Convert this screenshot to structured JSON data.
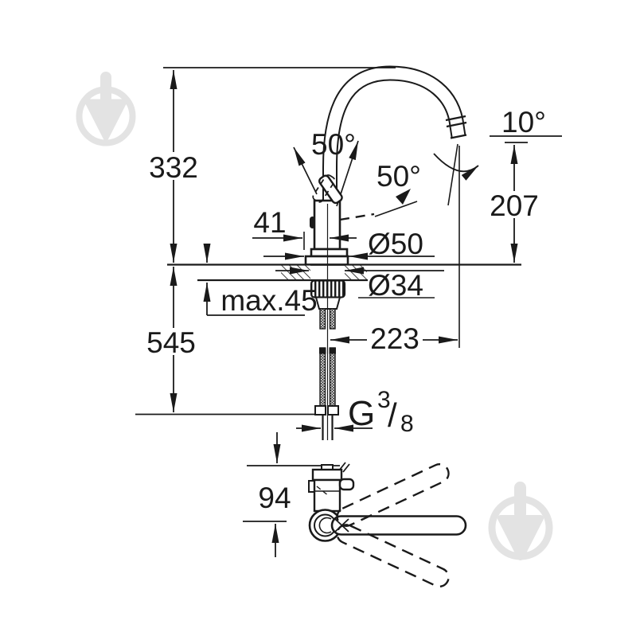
{
  "drawing": {
    "title": "faucet-dimension-drawing",
    "dims": {
      "height_total": "332",
      "mount_depth": "545",
      "spout_height": "207",
      "spout_reach": "223",
      "handle_offset": "41",
      "base_diameter": "Ø50",
      "hole_diameter": "Ø34",
      "deck_thickness": "max.45",
      "handle_height": "94",
      "swivel_left": "50°",
      "lever_angle": "50°",
      "outlet_angle": "10°"
    },
    "thread": {
      "g": "G",
      "num": "3",
      "slash": "/",
      "den": "8"
    },
    "colors": {
      "line": "#1a1a1a",
      "background": "#ffffff",
      "watermark": "#e3e3e3"
    }
  }
}
